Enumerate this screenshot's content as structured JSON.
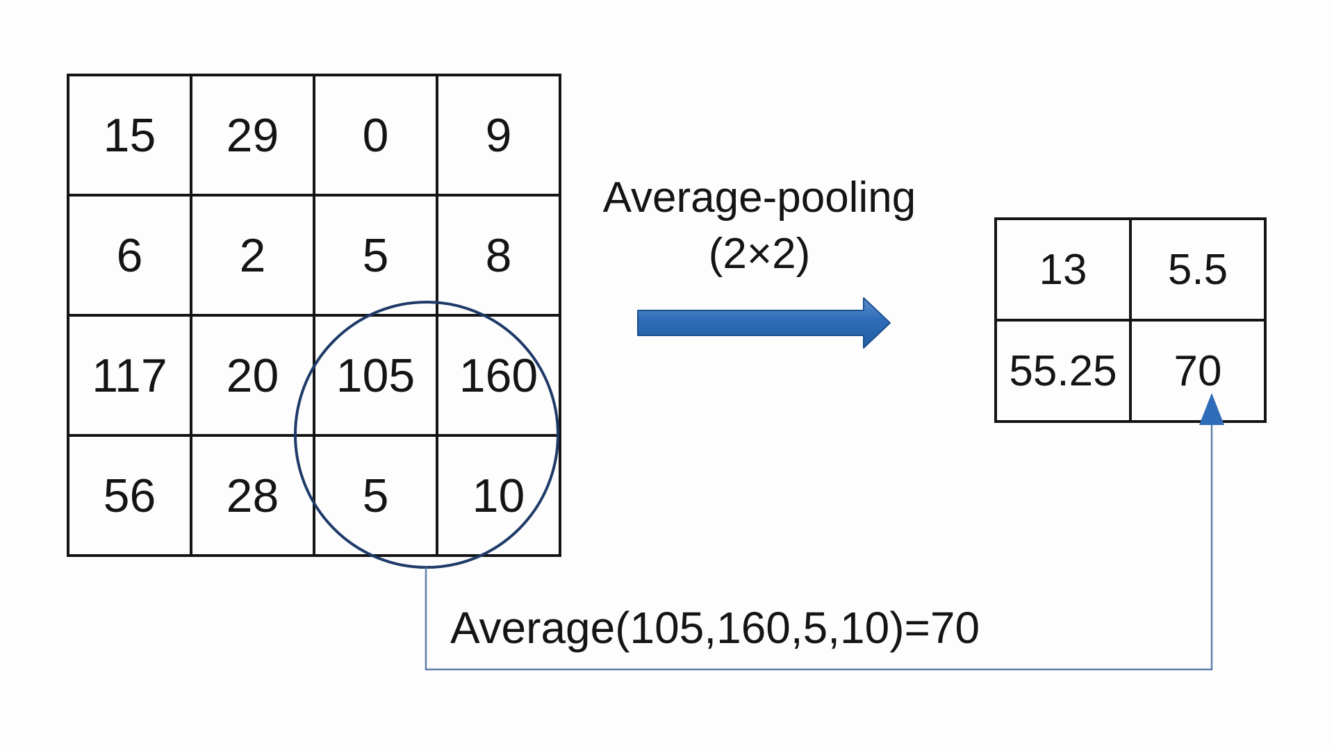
{
  "labels": {
    "title": "Average-pooling",
    "kernel": "(2×2)",
    "formula": "Average(105,160,5,10)=70"
  },
  "input_matrix": {
    "rows": [
      [
        "15",
        "29",
        "0",
        "9"
      ],
      [
        "6",
        "2",
        "5",
        "8"
      ],
      [
        "117",
        "20",
        "105",
        "160"
      ],
      [
        "56",
        "28",
        "5",
        "10"
      ]
    ]
  },
  "output_matrix": {
    "rows": [
      [
        "13",
        "5.5"
      ],
      [
        "55.25",
        "70"
      ]
    ]
  },
  "annotations": {
    "highlighted_region": [
      "105",
      "160",
      "5",
      "10"
    ],
    "highlighted_result": "70"
  },
  "colors": {
    "bg": "#fdfdfd",
    "text": "#141414",
    "grid_line": "#141414",
    "arrow_blue": "#2e6cb8",
    "arrow_blue_light": "#5b90cc",
    "arrow_blue_dark": "#235d9f",
    "arrow_outline": "#1c4f8e",
    "circle_navy": "#1e3a68",
    "connector_blue": "#5c7fa9"
  }
}
